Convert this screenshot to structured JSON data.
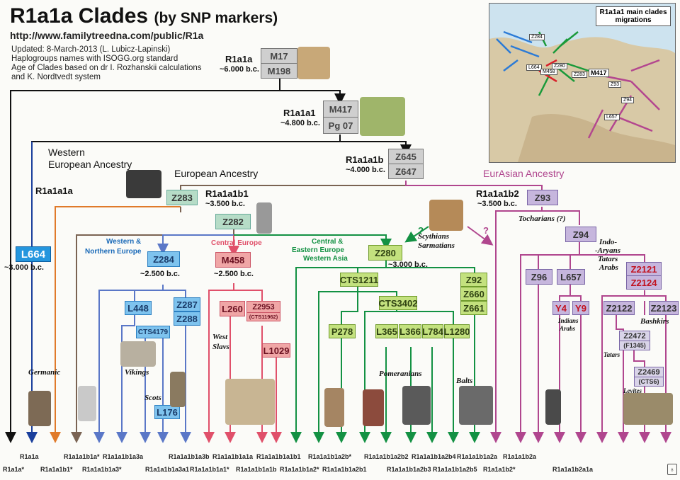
{
  "header": {
    "title": "R1a1a Clades",
    "subtitle": "(by SNP markers)",
    "url": "http://www.familytreedna.com/public/R1a",
    "notes": [
      "Updated: 8-March-2013 (L. Lubicz-Lapinski)",
      "Haplogroups names with ISOGG.org standard",
      "Age of Clades based on dr I. Rozhanskii calculations",
      "and K. Nordtvedt system"
    ]
  },
  "map": {
    "title": "R1a1a1 main clades migrations",
    "labels": [
      "Z284",
      "L664",
      "M458",
      "Z280",
      "Z283",
      "M417",
      "Z93",
      "Z94",
      "L657"
    ]
  },
  "clades": {
    "r1a1a": {
      "name": "R1a1a",
      "age": "~6.000 b.c.",
      "m1": "M17",
      "m2": "M198"
    },
    "r1a1a1": {
      "name": "R1a1a1",
      "age": "~4.800 b.c.",
      "m1": "M417",
      "m2": "Pg 07"
    },
    "r1a1a1b": {
      "name": "R1a1a1b",
      "age": "~4.000 b.c.",
      "m1": "Z645",
      "m2": "Z647"
    },
    "r1a1a1b1": {
      "name": "R1a1a1b1",
      "age": "~3.500 b.c.",
      "m1": "Z283"
    },
    "r1a1a1b2": {
      "name": "R1a1a1b2",
      "age": "~3.500 b.c.",
      "m1": "Z93"
    },
    "r1a1a1a": {
      "name": "R1a1a1a",
      "m1": "L664",
      "age": "~3.000 b.c."
    },
    "z282": "Z282",
    "z284": {
      "m1": "Z284",
      "age": "~2.500 b.c."
    },
    "m458": {
      "m1": "M458",
      "age": "~2.500 b.c."
    },
    "z280": {
      "m1": "Z280",
      "age": "~3.000 b.c."
    },
    "l448": "L448",
    "cts4179": "CTS4179",
    "z287": "Z287",
    "z288": "Z288",
    "l176": "L176",
    "l260": "L260",
    "z2953": "Z2953",
    "cts11962": "(CTS11962)",
    "l1029": "L1029",
    "cts1211": "CTS1211",
    "cts3402": "CTS3402",
    "p278": "P278",
    "l365": "L365",
    "l366": "L366",
    "l784": "L784",
    "l1280": "L1280",
    "z92": "Z92",
    "z660": "Z660",
    "z661": "Z661",
    "z94": "Z94",
    "z96": "Z96",
    "l657": "L657",
    "y4": "Y4",
    "y9": "Y9",
    "z2121": "Z2121",
    "z2124": "Z2124",
    "z2122": "Z2122",
    "z2123": "Z2123",
    "z2472": "Z2472",
    "f1345": "(F1345)",
    "z2469": "Z2469",
    "cts6": "(CTS6)"
  },
  "ancestry": {
    "western": "Western",
    "western2": "European Ancestry",
    "european": "European Ancestry",
    "eurasian": "EurAsian Ancestry"
  },
  "regions": {
    "wn1": "Western &",
    "wn2": "Northern Europe",
    "ce": "Central Europe",
    "cee1": "Central &",
    "cee2": "Eastern Europe",
    "cee3": "Western Asia",
    "ia1": "Indo-",
    "ia2": "-Aryans",
    "ia3": "Tatars",
    "ia4": "Arabs"
  },
  "peoples": {
    "germanic": "Germanic",
    "vikings": "Vikings",
    "scots": "Scots",
    "west_slavs1": "West",
    "west_slavs2": "Slavs",
    "pomeranians": "Pomeranians",
    "balts": "Balts",
    "scythians1": "Scythians",
    "scythians2": "Sarmatians",
    "tocharians": "Tocharians (?)",
    "indians1": "Indians",
    "indians2": "Arabs",
    "bashkirs": "Bashkirs",
    "tatars": "Tatars",
    "levites": "Levites",
    "q": "?"
  },
  "bottom": {
    "row1": [
      "R1a1a",
      "R1a1a1b1a*",
      "R1a1a1b1a3a",
      "R1a1a1b1a3b",
      "R1a1a1b1a1a",
      "R1a1a1b1a1b1",
      "R1a1a1b1a2b*",
      "R1a1a1b1a2b2",
      "R1a1a1b1a2b4",
      "R1a1a1b1a2a",
      "R1a1a1b2a"
    ],
    "row2": [
      "R1a1a*",
      "R1a1a1b1*",
      "R1a1a1b1a3*",
      "R1a1a1b1a3a1",
      "R1a1a1b1a1*",
      "R1a1a1b1a1b",
      "R1a1a1b1a2*",
      "R1a1a1b1a2b1",
      "R1a1a1b1a2b3",
      "R1a1a1b1a2b5",
      "R1a1a1b2*",
      "R1a1a1b2a1a"
    ]
  },
  "colors": {
    "black": "#111111",
    "blue": "#1a3f9c",
    "orange": "#e07a2a",
    "brown": "#7a6353",
    "lightblue": "#5a77c7",
    "pink": "#e0506a",
    "green": "#139143",
    "magenta": "#b0468e"
  }
}
